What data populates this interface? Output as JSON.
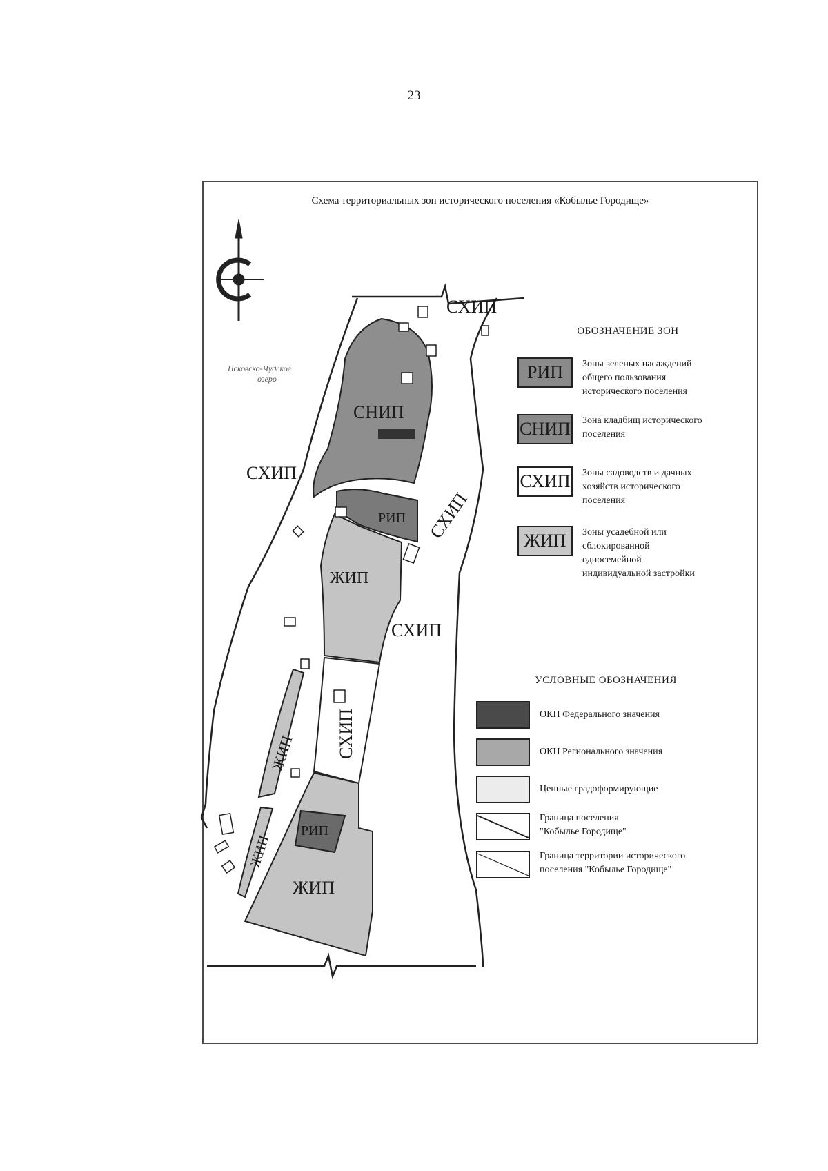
{
  "page_number": "23",
  "map": {
    "title": "Схема территориальных зон исторического поселения «Кобылье Городище»",
    "lake_label": [
      "Псковско-Чудское",
      "озеро"
    ],
    "zone_labels": {
      "snip": "СНИП",
      "rip_north": "РИП",
      "rip_south": "РИП",
      "zhip_north": "ЖИП",
      "zhip_west1": "ЖИП",
      "zhip_west2": "ЖИП",
      "zhip_south": "ЖИП",
      "skhip_top": "СХИП",
      "skhip_left": "СХИП",
      "skhip_right": "СХИП",
      "skhip_mid_right": "СХИП",
      "skhip_center": "СХИП"
    }
  },
  "zone_legend": {
    "heading": "ОБОЗНАЧЕНИЕ ЗОН",
    "items": [
      {
        "code": "РИП",
        "text": [
          "Зоны зеленых насаждений",
          "общего пользования",
          "исторического поселения"
        ],
        "color": "#8a8a8a"
      },
      {
        "code": "СНИП",
        "text": [
          "Зона кладбищ исторического",
          "поселения"
        ],
        "color": "#8a8a8a"
      },
      {
        "code": "СХИП",
        "text": [
          "Зоны садоводств и дачных",
          "хозяйств исторического",
          "поселения"
        ],
        "color": "#ffffff"
      },
      {
        "code": "ЖИП",
        "text": [
          "Зоны усадебной или",
          "сблокированной",
          "односемейной",
          "индивидуальной застройки"
        ],
        "color": "#c8c8c8"
      }
    ]
  },
  "symbol_legend": {
    "heading": "УСЛОВНЫЕ ОБОЗНАЧЕНИЯ",
    "items": [
      {
        "text": [
          "ОКН Федерального значения"
        ],
        "color": "#4a4a4a"
      },
      {
        "text": [
          "ОКН Регионального значения"
        ],
        "color": "#a8a8a8"
      },
      {
        "text": [
          "Ценные градоформирующие"
        ],
        "color": "#ececec"
      },
      {
        "text": [
          "Граница поселения",
          "\"Кобылье Городище\""
        ],
        "color": "#ffffff"
      },
      {
        "text": [
          "Граница территории исторического",
          "поселения \"Кобылье Городище\""
        ],
        "color": "#ffffff"
      }
    ]
  }
}
